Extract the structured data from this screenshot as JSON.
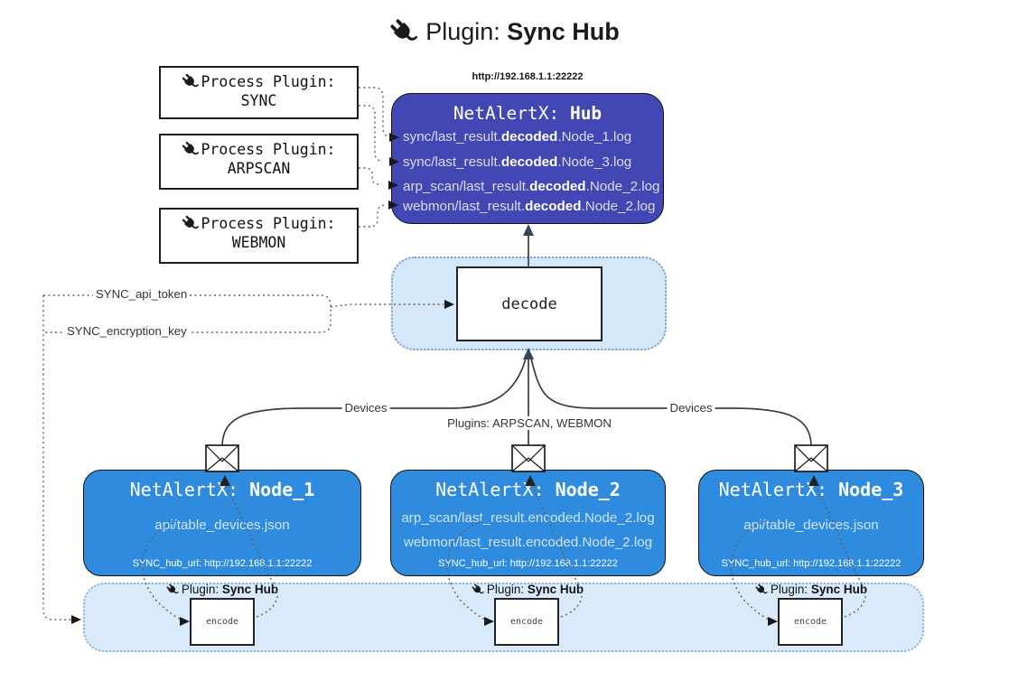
{
  "title": {
    "prefix": "Plugin: ",
    "bold": "Sync Hub"
  },
  "hub": {
    "url": "http://192.168.1.1:22222",
    "title_prefix": "NetAlertX: ",
    "title_bold": "Hub",
    "lines": [
      {
        "prefix": "sync/last_result.",
        "bold": "decoded",
        "suffix": ".Node_1.log"
      },
      {
        "prefix": "sync/last_result.",
        "bold": "decoded",
        "suffix": ".Node_3.log"
      },
      {
        "prefix": "arp_scan/last_result.",
        "bold": "decoded",
        "suffix": ".Node_2.log"
      },
      {
        "prefix": "webmon/last_result.",
        "bold": "decoded",
        "suffix": ".Node_2.log"
      }
    ]
  },
  "process_plugins": [
    {
      "label": "Process Plugin:",
      "name": "SYNC"
    },
    {
      "label": "Process Plugin:",
      "name": "ARPSCAN"
    },
    {
      "label": "Process Plugin:",
      "name": "WEBMON"
    }
  ],
  "decode": {
    "label": "decode"
  },
  "tokens": {
    "api_token": "SYNC_api_token",
    "encryption_key": "SYNC_encryption_key"
  },
  "edges": {
    "devices_left": "Devices",
    "devices_right": "Devices",
    "plugins_mid": "Plugins: ARPSCAN, WEBMON"
  },
  "nodes": [
    {
      "title_prefix": "NetAlertX: ",
      "title_bold": "Node_1",
      "files": [
        "api/table_devices.json"
      ],
      "hub_url": "SYNC_hub_url: http://192.168.1.1:22222"
    },
    {
      "title_prefix": "NetAlertX: ",
      "title_bold": "Node_2",
      "files": [
        "arp_scan/last_result.encoded.Node_2.log",
        "webmon/last_result.encoded.Node_2.log"
      ],
      "hub_url": "SYNC_hub_url: http://192.168.1.1:22222"
    },
    {
      "title_prefix": "NetAlertX: ",
      "title_bold": "Node_3",
      "files": [
        "api/table_devices.json"
      ],
      "hub_url": "SYNC_hub_url: http://192.168.1.1:22222"
    }
  ],
  "encode_sections": [
    {
      "label_prefix": "Plugin: ",
      "label_bold": "Sync Hub",
      "box_label": "encode"
    },
    {
      "label_prefix": "Plugin: ",
      "label_bold": "Sync Hub",
      "box_label": "encode"
    },
    {
      "label_prefix": "Plugin: ",
      "label_bold": "Sync Hub",
      "box_label": "encode"
    }
  ],
  "colors": {
    "hub_bg": "#4347b4",
    "node_bg": "#2f8bde",
    "band_bg": "#d9eafb",
    "decode_panel_bg": "#d5e8fa",
    "wire": "#3d3d3d",
    "arrow_dark": "#33475b"
  }
}
